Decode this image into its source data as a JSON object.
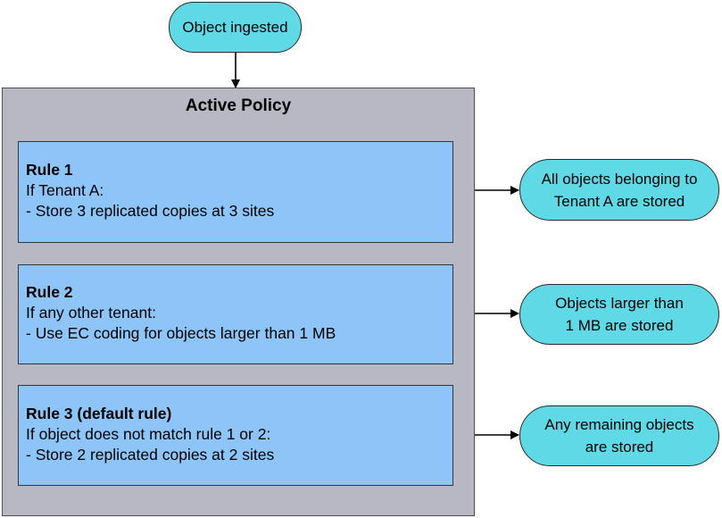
{
  "start": {
    "label": "Object ingested"
  },
  "policy": {
    "title": "Active Policy",
    "rules": [
      {
        "title": "Rule 1",
        "lines": [
          "If Tenant A:",
          "- Store 3 replicated copies at 3 sites"
        ]
      },
      {
        "title": "Rule 2",
        "lines": [
          "If any other tenant:",
          "- Use EC coding for objects larger than 1 MB"
        ]
      },
      {
        "title": "Rule 3 (default rule)",
        "lines": [
          "If object does not match rule 1 or 2:",
          "- Store 2 replicated copies at 2 sites"
        ]
      }
    ]
  },
  "outcomes": [
    {
      "line1": "All objects belonging to",
      "line2": "Tenant A are stored"
    },
    {
      "line1": "Objects larger than",
      "line2": "1 MB are stored"
    },
    {
      "line1": "Any remaining objects",
      "line2": "are stored"
    }
  ],
  "colors": {
    "pill": "#5fd9e6",
    "policy_bg": "#b7b8c4",
    "rule_bg": "#8ec5f8"
  }
}
